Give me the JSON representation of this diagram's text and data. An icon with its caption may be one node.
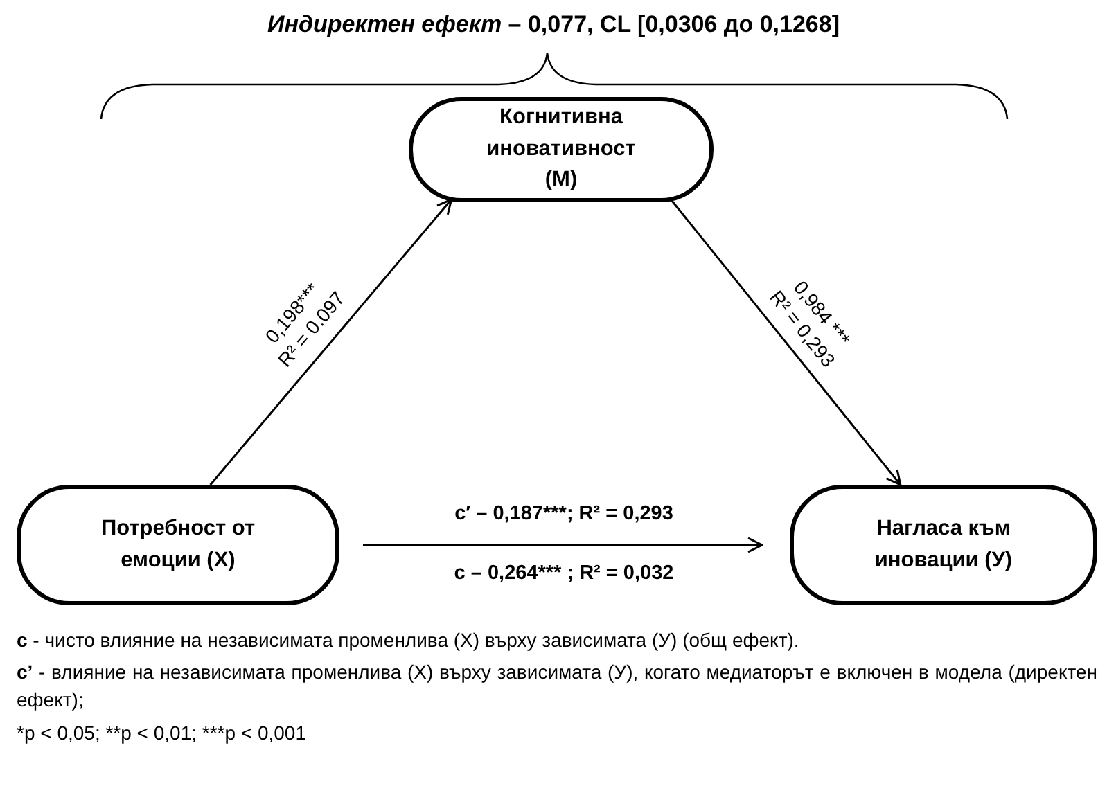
{
  "diagram": {
    "title": "*Индиректен ефект* – 0,077, CL [0,0306 до 0,1268]",
    "nodes": [
      {
        "text": [
          "Когнитивна иновативност (М)"
        ]
      },
      {
        "text": [
          "Потребност от емоции (Х)"
        ]
      },
      {
        "text": [
          "Нагласа към иновации (У)"
        ]
      }
    ],
    "edges": [
      {
        "from": 1,
        "to": 0,
        "arrow": "to",
        "label": "0,198*** R² = 0.097"
      },
      {
        "from": 0,
        "to": 2,
        "arrow": "to",
        "label": "0,984 *** R² = 0,293"
      },
      {
        "from": 1,
        "to": 2,
        "arrow": "to",
        "label": "c′ – 0,187***; R² = 0,293"
      }
    ],
    "labels": [
      "c – 0,264*** ; R² = 0,032",
      "**c** - чисто влияние на независимата променлива (Х) върху зависимата (У) (общ ефект).",
      "**c’** - влияние на независимата променлива (Х) върху зависимата (У), когато медиаторът е включен в модела (директен ефект);",
      "*p < 0,05; **p < 0,01; ***p < 0,001"
    ]
  }
}
